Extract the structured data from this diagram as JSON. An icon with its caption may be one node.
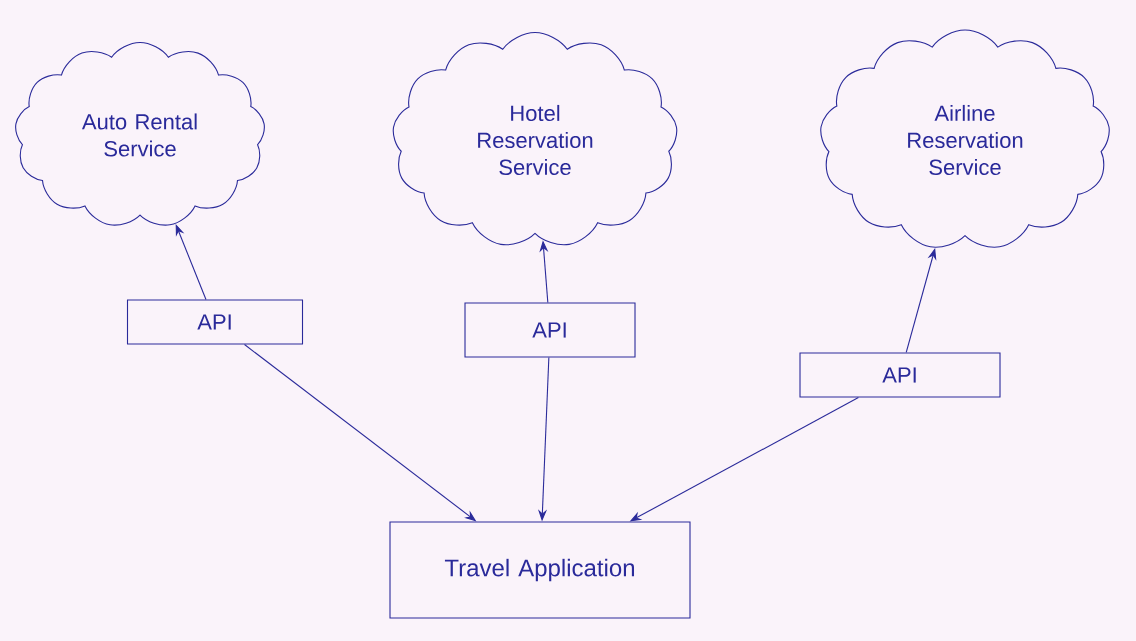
{
  "diagram": {
    "nodes": [
      {
        "text": [
          "Auto Rental Service"
        ]
      },
      {
        "text": [
          "Hotel Reservation Service"
        ]
      },
      {
        "text": [
          "Airline Reservation Service"
        ]
      },
      {
        "text": [
          "API"
        ]
      },
      {
        "text": [
          "API"
        ]
      },
      {
        "text": [
          "API"
        ]
      },
      {
        "text": [
          "Travel Application"
        ]
      }
    ],
    "edges": [
      {
        "from": 3,
        "to": 0,
        "arrow": "to"
      },
      {
        "from": 4,
        "to": 1,
        "arrow": "to"
      },
      {
        "from": 5,
        "to": 2,
        "arrow": "to"
      },
      {
        "from": 3,
        "to": 6,
        "arrow": "to"
      },
      {
        "from": 4,
        "to": 6,
        "arrow": "to"
      },
      {
        "from": 5,
        "to": 6,
        "arrow": "to"
      }
    ]
  }
}
